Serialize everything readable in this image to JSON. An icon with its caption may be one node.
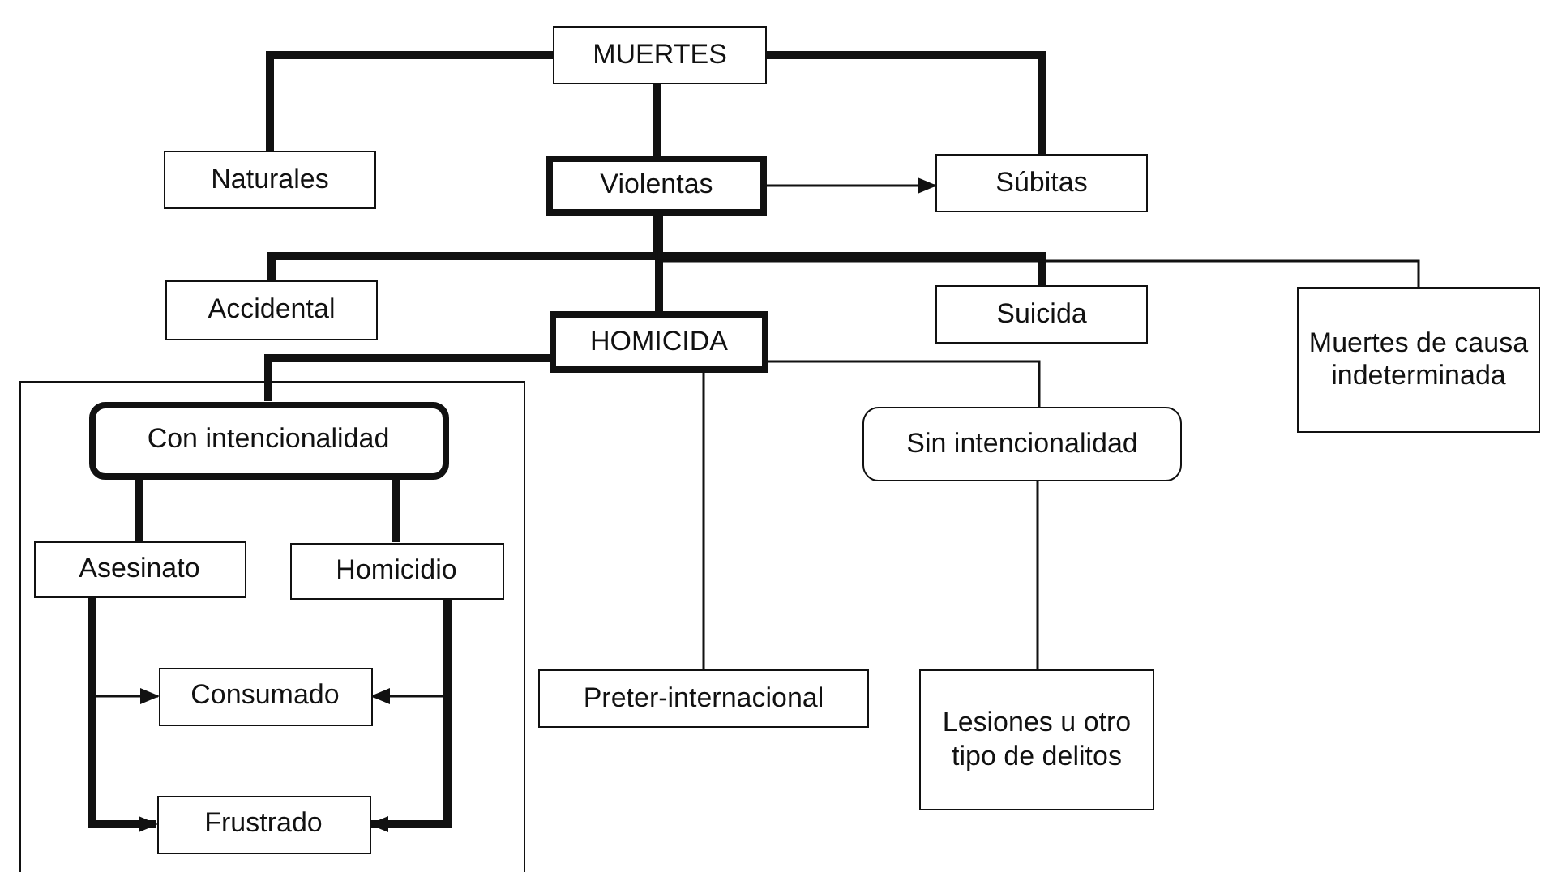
{
  "diagram": {
    "nodes": [
      {
        "text": [
          "MUERTES"
        ]
      },
      {
        "text": [
          "Naturales"
        ]
      },
      {
        "text": [
          "Violentas"
        ]
      },
      {
        "text": [
          "Súbitas"
        ]
      },
      {
        "text": [
          "Accidental"
        ]
      },
      {
        "text": [
          "Suicida"
        ]
      },
      {
        "text": [
          "Muertes de causa indeterminada"
        ]
      },
      {
        "text": [
          "HOMICIDA"
        ]
      },
      {
        "text": [],
        "shape": "box"
      },
      {
        "text": [
          "Con intencionalidad"
        ],
        "in": 8
      },
      {
        "text": [
          "Asesinato"
        ],
        "in": 8
      },
      {
        "text": [
          "Homicidio"
        ],
        "in": 8
      },
      {
        "text": [
          "Consumado"
        ],
        "in": 8
      },
      {
        "text": [
          "Frustrado"
        ],
        "in": 8
      },
      {
        "text": [
          "Preter-internacional"
        ]
      },
      {
        "text": [
          "Sin intencionalidad"
        ]
      },
      {
        "text": [
          "Lesiones u otro tipo de delitos"
        ]
      }
    ],
    "edges": [
      {
        "from": 0,
        "to": 1,
        "arrow": "none"
      },
      {
        "from": 0,
        "to": 2,
        "arrow": "none"
      },
      {
        "from": 0,
        "to": 3,
        "arrow": "none"
      },
      {
        "from": 2,
        "to": 3,
        "arrow": "to"
      },
      {
        "from": 2,
        "to": 4,
        "arrow": "none"
      },
      {
        "from": 2,
        "to": 7,
        "arrow": "none"
      },
      {
        "from": 2,
        "to": 5,
        "arrow": "none"
      },
      {
        "from": 2,
        "to": 6,
        "arrow": "none"
      },
      {
        "from": 7,
        "to": 9,
        "arrow": "none"
      },
      {
        "from": 7,
        "to": 14,
        "arrow": "none"
      },
      {
        "from": 7,
        "to": 15,
        "arrow": "none"
      },
      {
        "from": 15,
        "to": 16,
        "arrow": "none"
      },
      {
        "from": 9,
        "to": 10,
        "arrow": "none"
      },
      {
        "from": 9,
        "to": 11,
        "arrow": "none"
      },
      {
        "from": 10,
        "to": 12,
        "arrow": "to"
      },
      {
        "from": 10,
        "to": 13,
        "arrow": "to"
      },
      {
        "from": 11,
        "to": 12,
        "arrow": "to"
      },
      {
        "from": 11,
        "to": 13,
        "arrow": "to"
      }
    ]
  }
}
